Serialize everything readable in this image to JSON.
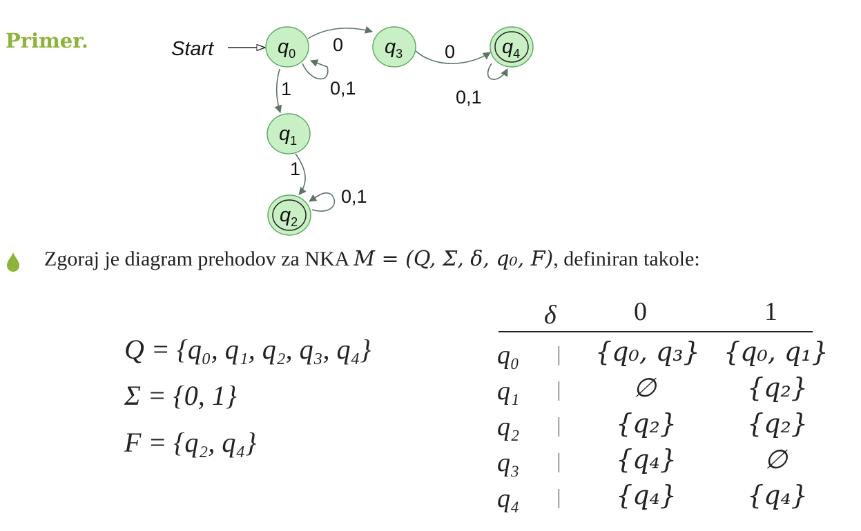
{
  "heading": "Primer.",
  "diagram": {
    "start_label": "Start",
    "states": {
      "q0": "q",
      "q0_sub": "0",
      "q1": "q",
      "q1_sub": "1",
      "q2": "q",
      "q2_sub": "2",
      "q3": "q",
      "q3_sub": "3",
      "q4": "q",
      "q4_sub": "4"
    },
    "edges": {
      "q0_q3": "0",
      "q3_q4": "0",
      "q0_loop": "0,1",
      "q4_loop": "0,1",
      "q0_q1": "1",
      "q1_q2": "1",
      "q2_loop": "0,1"
    },
    "accepting_states": [
      "q2",
      "q4"
    ],
    "colors": {
      "state_fill": "#c9f0c4",
      "state_stroke": "#5fa864",
      "edge": "#5d7565",
      "heading": "#8db33a",
      "bullet": "#8db33a"
    }
  },
  "bullet": {
    "icon": "leaf-drop-icon",
    "text": "Zgoraj je diagram prehodov za NKA",
    "math": "M = (Q, Σ, δ, q₀, F)",
    "suffix": ", definiran takole:"
  },
  "definitions": {
    "q": "Q = {q₀, q₁, q₂, q₃, q₄}",
    "sigma": "Σ = {0, 1}",
    "f": "F = {q₂, q₄}"
  },
  "table": {
    "header": {
      "delta": "δ",
      "col0": "0",
      "col1": "1"
    },
    "rows": [
      {
        "state": "q₀",
        "c0": "{q₀, q₃}",
        "c1": "{q₀, q₁}"
      },
      {
        "state": "q₁",
        "c0": "∅",
        "c1": "{q₂}"
      },
      {
        "state": "q₂",
        "c0": "{q₂}",
        "c1": "{q₂}"
      },
      {
        "state": "q₃",
        "c0": "{q₄}",
        "c1": "∅"
      },
      {
        "state": "q₄",
        "c0": "{q₄}",
        "c1": "{q₄}"
      }
    ]
  }
}
